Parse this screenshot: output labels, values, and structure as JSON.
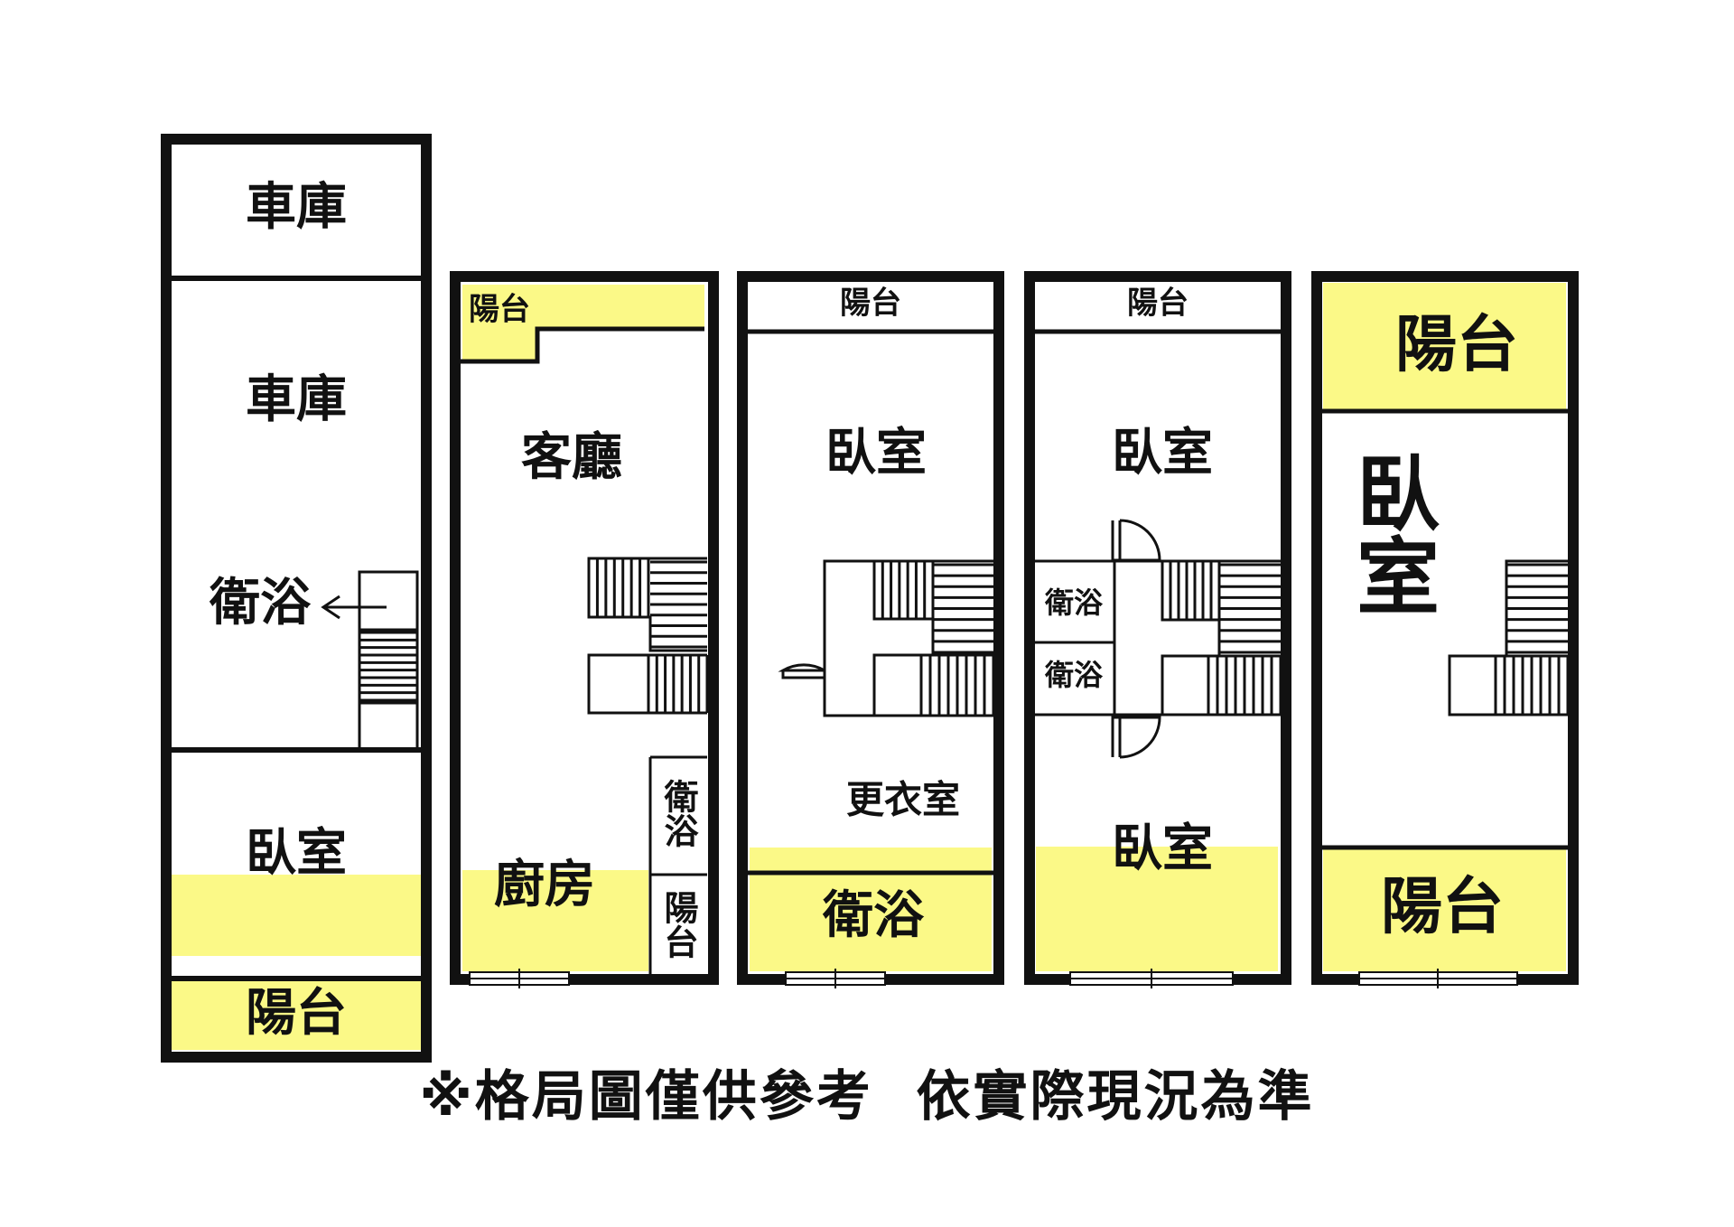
{
  "colors": {
    "wall": "#111111",
    "highlight": "#FBF987",
    "background": "#ffffff"
  },
  "floors": [
    {
      "name": "floor-1",
      "rooms": [
        {
          "key": "garage_front",
          "label": "車庫"
        },
        {
          "key": "garage",
          "label": "車庫"
        },
        {
          "key": "bathroom",
          "label": "衛浴"
        },
        {
          "key": "bedroom",
          "label": "臥室"
        },
        {
          "key": "balcony",
          "label": "陽台"
        }
      ]
    },
    {
      "name": "floor-2",
      "rooms": [
        {
          "key": "balcony",
          "label": "陽台"
        },
        {
          "key": "living_room",
          "label": "客廳"
        },
        {
          "key": "bathroom",
          "label": "衛浴"
        },
        {
          "key": "kitchen",
          "label": "廚房"
        },
        {
          "key": "balcony_small",
          "label": "陽台"
        }
      ]
    },
    {
      "name": "floor-3",
      "rooms": [
        {
          "key": "balcony",
          "label": "陽台"
        },
        {
          "key": "bedroom",
          "label": "臥室"
        },
        {
          "key": "closet",
          "label": "更衣室"
        },
        {
          "key": "bathroom",
          "label": "衛浴"
        }
      ]
    },
    {
      "name": "floor-4",
      "rooms": [
        {
          "key": "balcony",
          "label": "陽台"
        },
        {
          "key": "bedroom_front",
          "label": "臥室"
        },
        {
          "key": "bathroom_1",
          "label": "衛浴"
        },
        {
          "key": "bathroom_2",
          "label": "衛浴"
        },
        {
          "key": "bedroom_rear",
          "label": "臥室"
        }
      ]
    },
    {
      "name": "floor-5",
      "rooms": [
        {
          "key": "balcony_front",
          "label": "陽台"
        },
        {
          "key": "bedroom",
          "label": "臥室"
        },
        {
          "key": "balcony_rear",
          "label": "陽台"
        }
      ]
    }
  ],
  "disclaimer": "※格局圖僅供參考  依實際現況為準"
}
